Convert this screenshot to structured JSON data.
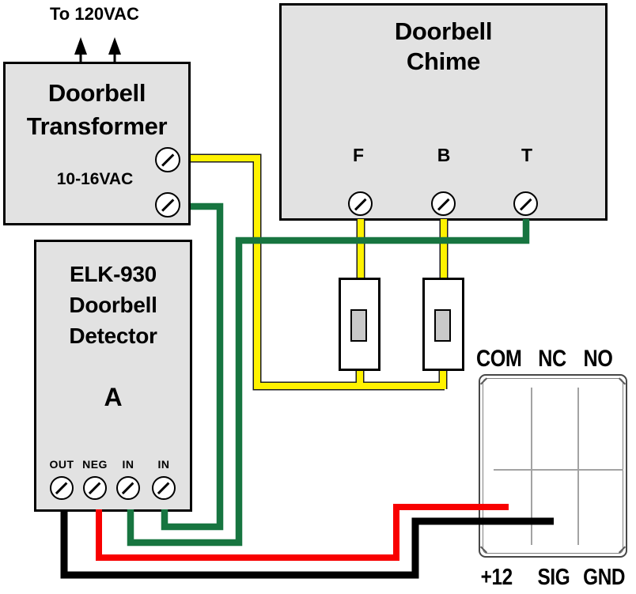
{
  "power_source": {
    "label": "To 120VAC"
  },
  "transformer": {
    "title_lines": [
      "Doorbell",
      "Transformer"
    ],
    "output_voltage": "10-16VAC"
  },
  "chime": {
    "title_lines": [
      "Doorbell",
      "Chime"
    ],
    "terminals": [
      "F",
      "B",
      "T"
    ]
  },
  "detector": {
    "title_lines": [
      "ELK-930",
      "Doorbell",
      "Detector"
    ],
    "channel": "A",
    "terminals": [
      "OUT",
      "NEG",
      "IN",
      "IN"
    ]
  },
  "relay_module": {
    "top_terminals": [
      "COM",
      "NC",
      "NO"
    ],
    "bottom_terminals": [
      "+12",
      "SIG",
      "GND"
    ]
  },
  "wire_colors": {
    "yellow": "#FFF200",
    "green": "#177540",
    "red": "#F80000",
    "black": "#000000"
  }
}
